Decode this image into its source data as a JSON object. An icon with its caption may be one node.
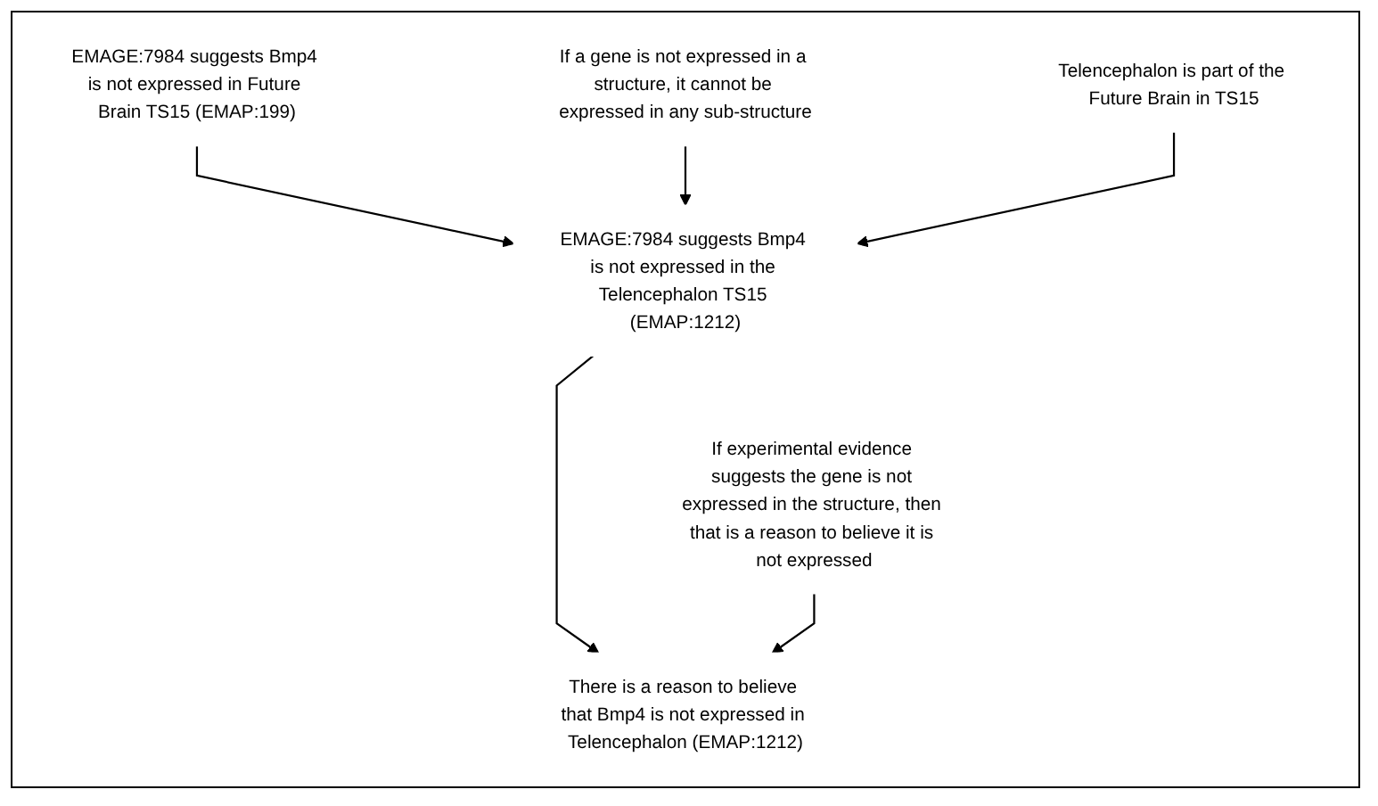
{
  "diagram": {
    "nodes": [
      {
        "text": [
          "EMAGE:7984 suggests Bmp4 is not expressed in Future Brain TS15 (EMAP:199)"
        ]
      },
      {
        "text": [
          "If a gene is not expressed in a structure, it cannot be expressed in any sub-structure"
        ]
      },
      {
        "text": [
          "Telencephalon is part of the Future Brain in TS15"
        ]
      },
      {
        "text": [
          "EMAGE:7984 suggests Bmp4 is not expressed in the Telencephalon TS15 (EMAP:1212)"
        ]
      },
      {
        "text": [
          "If experimental evidence suggests the gene is not expressed in the structure, then that is a reason to believe it is not expressed"
        ]
      },
      {
        "text": [
          "There is a reason to believe that Bmp4 is not expressed in Telencephalon (EMAP:1212)"
        ]
      }
    ],
    "edges": [
      {
        "from": 0,
        "to": 3,
        "arrow": "to"
      },
      {
        "from": 1,
        "to": 3,
        "arrow": "to"
      },
      {
        "from": 2,
        "to": 3,
        "arrow": "to"
      },
      {
        "from": 3,
        "to": 5,
        "arrow": "to"
      },
      {
        "from": 4,
        "to": 5,
        "arrow": "to"
      }
    ]
  }
}
